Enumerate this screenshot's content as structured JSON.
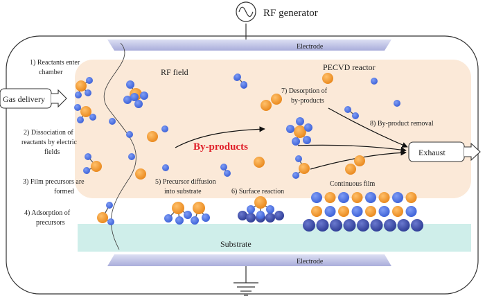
{
  "header": {
    "generator_label": "RF generator"
  },
  "labels": {
    "electrode_top": "Electrode",
    "electrode_bottom": "Electrode",
    "rf_field": "RF field",
    "reactor": "PECVD reactor",
    "gas_delivery": "Gas delivery",
    "exhaust": "Exhaust",
    "substrate": "Substrate",
    "byproducts": "By-products",
    "continuous_film": "Continuous film"
  },
  "steps": {
    "s1": [
      "1) Reactants enter",
      "chamber"
    ],
    "s2": [
      "2) Dissociation of",
      "reactants by electric",
      "fields"
    ],
    "s3": [
      "3) Film precursors are",
      "formed"
    ],
    "s4": [
      "4) Adsorption of",
      "precursors"
    ],
    "s5": [
      "5) Precursor diffusion",
      "into substrate"
    ],
    "s6": [
      "6) Surface reaction"
    ],
    "s7": [
      "7) Desorption of",
      "by-products"
    ],
    "s8": [
      "8) By-product removal"
    ]
  },
  "colors": {
    "orange": "#f29a2e",
    "blue": "#4a6fe0",
    "navy": "#3a4aa8",
    "substrate": "#cfeeea",
    "plasma": "#fbe9d8",
    "electrode": "#c9cbeb",
    "byproducts_text": "#e0202a"
  }
}
